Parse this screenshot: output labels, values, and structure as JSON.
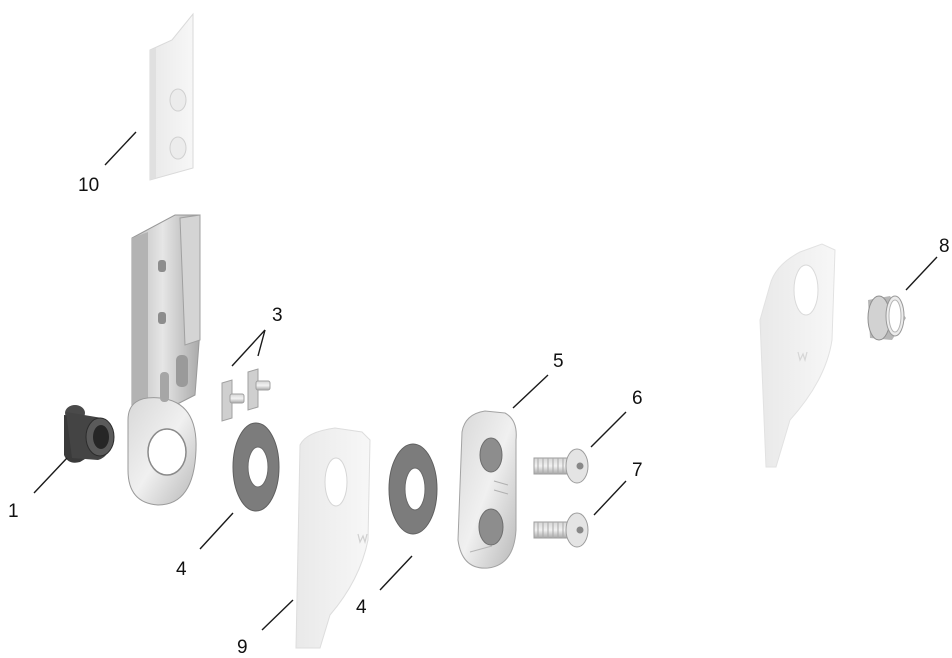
{
  "callouts": {
    "part_1": "1",
    "part_3": "3",
    "part_4a": "4",
    "part_4b": "4",
    "part_5": "5",
    "part_6": "6",
    "part_7": "7",
    "part_8": "8",
    "part_9": "9",
    "part_10": "10"
  }
}
